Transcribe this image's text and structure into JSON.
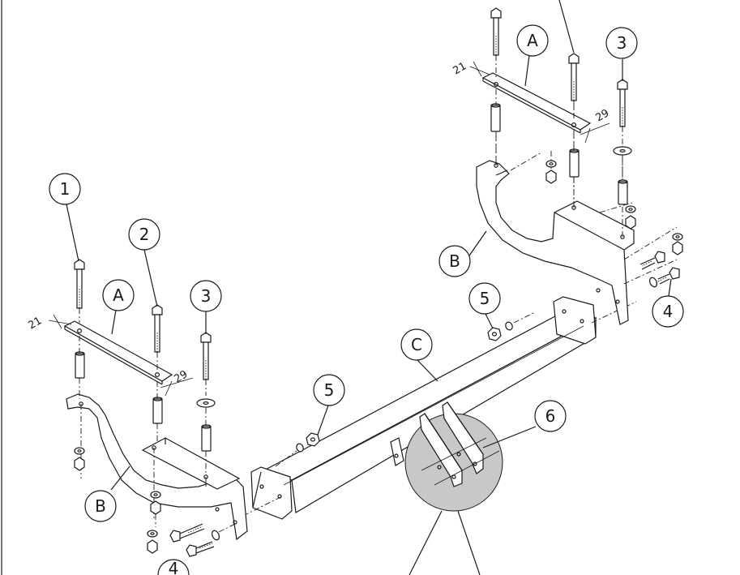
{
  "callouts": {
    "c1": "1",
    "c2": "2",
    "c3_left": "3",
    "c3_right": "3",
    "c4_right": "4",
    "c4_bottom": "4",
    "c5_left": "5",
    "c5_right": "5",
    "c6": "6",
    "cA_left": "A",
    "cA_right": "A",
    "cB_left": "B",
    "cB_right": "B",
    "cC": "C"
  },
  "dimensions": {
    "left_21": "21",
    "left_29": "29",
    "right_21": "21",
    "right_29": "29"
  },
  "colors": {
    "line": "#1a1a1a",
    "detail_highlight": "#c8c8c8"
  }
}
